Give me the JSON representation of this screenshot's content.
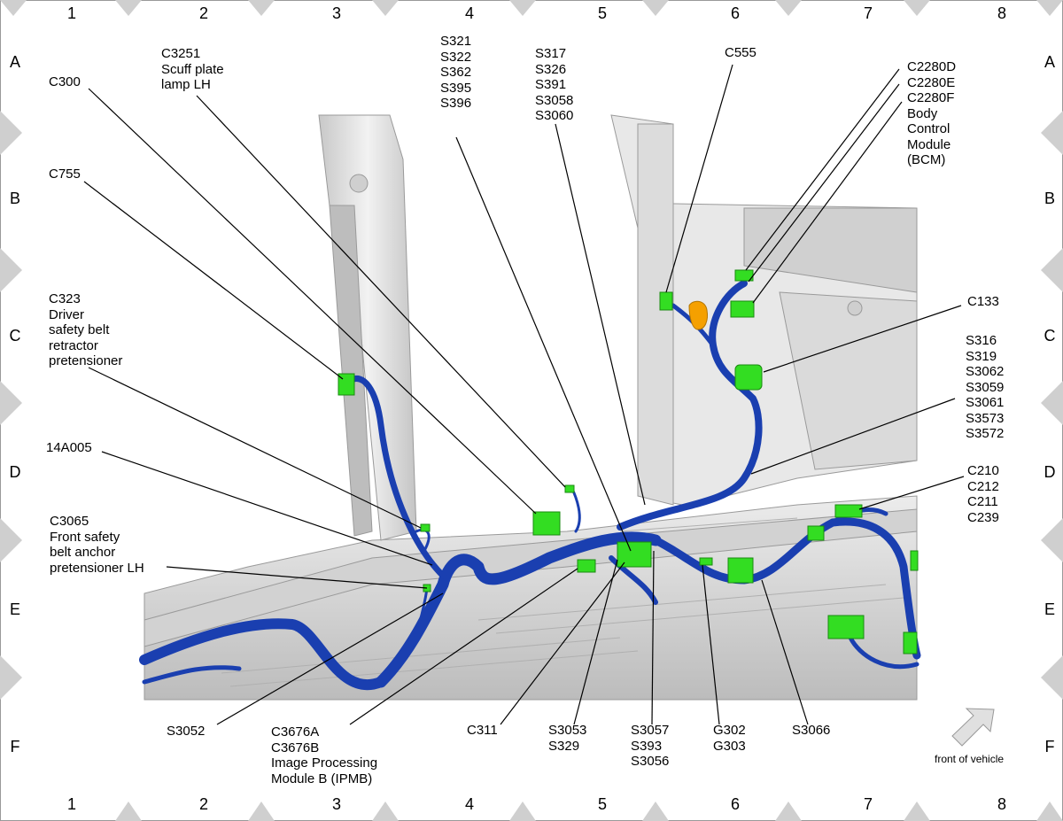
{
  "grid": {
    "columns": [
      "1",
      "2",
      "3",
      "4",
      "5",
      "6",
      "7",
      "8"
    ],
    "rows": [
      "A",
      "B",
      "C",
      "D",
      "E",
      "F"
    ]
  },
  "callouts": [
    {
      "id": "c300",
      "lines": [
        "C300"
      ]
    },
    {
      "id": "c3251",
      "lines": [
        "C3251",
        "Scuff plate",
        "lamp LH"
      ]
    },
    {
      "id": "s321",
      "lines": [
        "S321",
        "S322",
        "S362",
        "S395",
        "S396"
      ]
    },
    {
      "id": "s317",
      "lines": [
        "S317",
        "S326",
        "S391",
        "S3058",
        "S3060"
      ]
    },
    {
      "id": "c555",
      "lines": [
        "C555"
      ]
    },
    {
      "id": "c2280",
      "lines": [
        "C2280D",
        "C2280E",
        "C2280F",
        "Body",
        "Control",
        "Module",
        "(BCM)"
      ]
    },
    {
      "id": "c755",
      "lines": [
        "C755"
      ]
    },
    {
      "id": "c323",
      "lines": [
        "C323",
        "Driver",
        "safety belt",
        "retractor",
        "pretensioner"
      ]
    },
    {
      "id": "c133",
      "lines": [
        "C133"
      ]
    },
    {
      "id": "s316",
      "lines": [
        "S316",
        "S319",
        "S3062",
        "S3059",
        "S3061",
        "S3573",
        "S3572"
      ]
    },
    {
      "id": "a14a005",
      "lines": [
        "14A005"
      ]
    },
    {
      "id": "c210",
      "lines": [
        "C210",
        "C212",
        "C211",
        "C239"
      ]
    },
    {
      "id": "c3065",
      "lines": [
        "C3065",
        "Front safety",
        "belt anchor",
        "pretensioner LH"
      ]
    },
    {
      "id": "s3052",
      "lines": [
        "S3052"
      ]
    },
    {
      "id": "c3676",
      "lines": [
        "C3676A",
        "C3676B",
        "Image Processing",
        "Module B (IPMB)"
      ]
    },
    {
      "id": "c311",
      "lines": [
        "C311"
      ]
    },
    {
      "id": "s3053",
      "lines": [
        "S3053",
        "S329"
      ]
    },
    {
      "id": "s3057",
      "lines": [
        "S3057",
        "S393",
        "S3056"
      ]
    },
    {
      "id": "g302",
      "lines": [
        "G302",
        "G303"
      ]
    },
    {
      "id": "s3066",
      "lines": [
        "S3066"
      ]
    }
  ],
  "orientation": {
    "label": "front of vehicle"
  },
  "colors": {
    "harness": "#1a3fb0",
    "harness_dark": "#0d2470",
    "connector": "#33dd22",
    "connector_edge": "#1a8a10",
    "clip": "#f5a000",
    "body": "#e2e2e2",
    "frame_marker": "#c8c8c8"
  }
}
